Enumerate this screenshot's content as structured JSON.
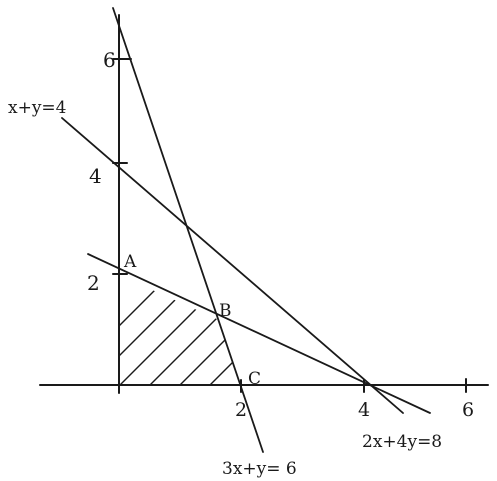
{
  "axes": {
    "x_ticks": [
      "2",
      "4",
      "6"
    ],
    "y_ticks": [
      "2",
      "4",
      "6"
    ]
  },
  "constraints": [
    {
      "label": "x+y=4",
      "a": 1,
      "b": 1,
      "c": 4
    },
    {
      "label": "3x+y= 6",
      "a": 3,
      "b": 1,
      "c": 6
    },
    {
      "label": "2x+4y=8",
      "a": 2,
      "b": 4,
      "c": 8
    }
  ],
  "points": [
    {
      "label": "A",
      "x": 0,
      "y": 2
    },
    {
      "label": "B",
      "x": 1.6,
      "y": 1.2
    },
    {
      "label": "C",
      "x": 2,
      "y": 0
    }
  ],
  "feasible_region": {
    "vertices": [
      [
        0,
        0
      ],
      [
        0,
        2
      ],
      [
        1.6,
        1.2
      ],
      [
        2,
        0
      ]
    ],
    "style": "hatched"
  },
  "colors": {
    "ink": "#1a1a1a",
    "paper": "#ffffff"
  }
}
